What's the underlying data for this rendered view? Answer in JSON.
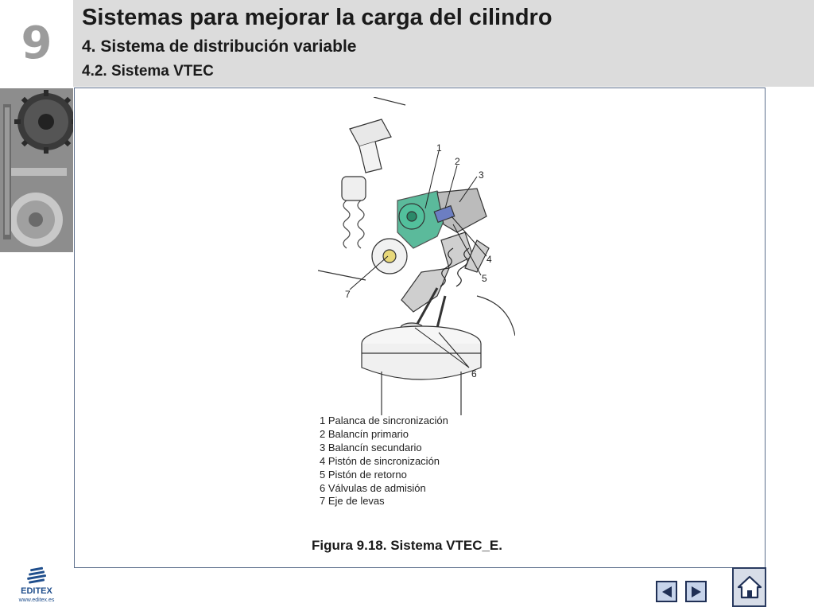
{
  "header": {
    "chapter_number": "9",
    "title": "Sistemas para mejorar la carga del cilindro",
    "subtitle": "4. Sistema de distribución variable",
    "subsubtitle": "4.2. Sistema VTEC"
  },
  "figure": {
    "callouts": [
      "1",
      "2",
      "3",
      "4",
      "5",
      "6",
      "7"
    ],
    "legend": [
      "1 Palanca de sincronización",
      "2 Balancín primario",
      "3 Balancín secundario",
      "4 Pistón de sincronización",
      "5 Pistón de retorno",
      "6 Válvulas de admisión",
      "7 Eje de levas"
    ],
    "caption": "Figura 9.18. Sistema VTEC_E.",
    "accent_color": "#3fae8a"
  },
  "footer": {
    "brand": "EDITEX",
    "url": "www.editex.es",
    "brand_color": "#1f4e8c",
    "icons": [
      "prev-arrow-icon",
      "next-arrow-icon",
      "home-icon"
    ]
  }
}
